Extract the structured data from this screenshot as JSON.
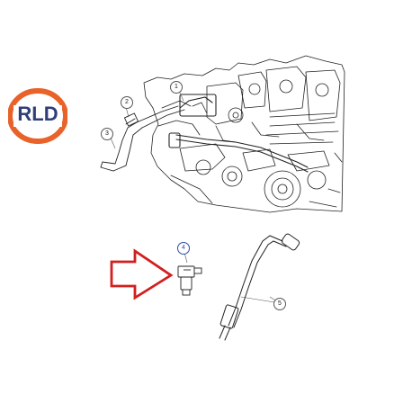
{
  "logo": {
    "text": "RLD",
    "ring_color": "#e8622a",
    "text_color": "#2f3f7a"
  },
  "callouts": [
    {
      "id": "1",
      "label": "1"
    },
    {
      "id": "2",
      "label": "2"
    },
    {
      "id": "3",
      "label": "3"
    },
    {
      "id": "4",
      "label": "4"
    },
    {
      "id": "5",
      "label": "5"
    }
  ],
  "highlight_arrow_color": "#d21f1f",
  "highlight_arrow_icon": "right-arrow-outline-icon"
}
